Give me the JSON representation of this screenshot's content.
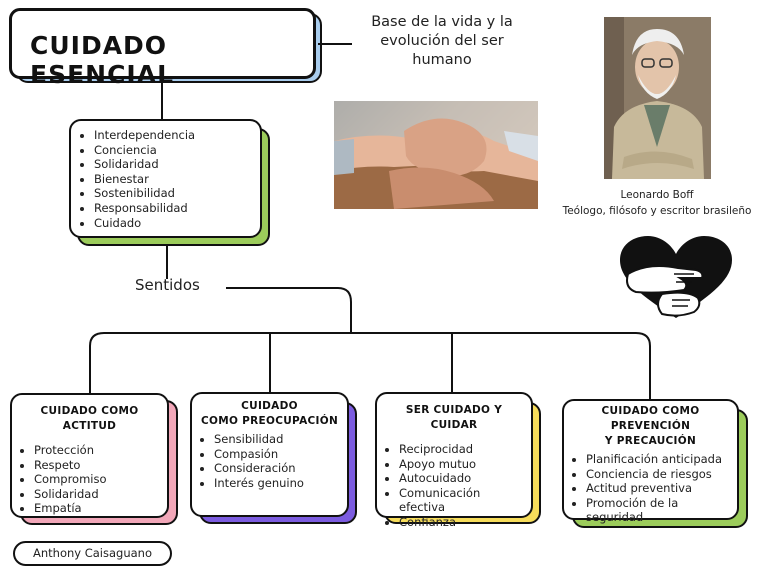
{
  "title": "CUIDADO ESENCIAL",
  "subtitle": "Base de la vida y la evolución del ser humano",
  "concepts": [
    "Interdependencia",
    "Conciencia",
    "Solidaridad",
    "Bienestar",
    "Sostenibilidad",
    "Responsabilidad",
    "Cuidado"
  ],
  "sentidos_label": "Sentidos",
  "person": {
    "name": "Leonardo Boff",
    "role": "Teólogo, filósofo y escritor brasileño"
  },
  "categories": [
    {
      "title": "CUIDADO COMO ACTITUD",
      "items": [
        "Protección",
        "Respeto",
        "Compromiso",
        "Solidaridad",
        "Empatía"
      ],
      "accent": "#f2a7b9"
    },
    {
      "title_line1": "CUIDADO",
      "title_line2": "COMO PREOCUPACIÓN",
      "items": [
        "Sensibilidad",
        "Compasión",
        "Consideración",
        "Interés genuino"
      ],
      "accent": "#7c5ce0"
    },
    {
      "title": "SER CUIDADO Y CUIDAR",
      "items": [
        "Reciprocidad",
        "Apoyo mutuo",
        "Autocuidado",
        "Comunicación efectiva",
        "Confianza"
      ],
      "accent": "#f7dd5b"
    },
    {
      "title_line1": "CUIDADO COMO PREVENCIÓN",
      "title_line2": "Y PRECAUCIÓN",
      "items": [
        "Planificación anticipada",
        "Conciencia de riesgos",
        "Actitud preventiva",
        "Promoción de la seguridad"
      ],
      "accent": "#9ccc5b"
    }
  ],
  "author": "Anthony Caisaguano",
  "colors": {
    "title_shadow": "#a9cdee",
    "concepts_shadow": "#9ccc5b"
  }
}
